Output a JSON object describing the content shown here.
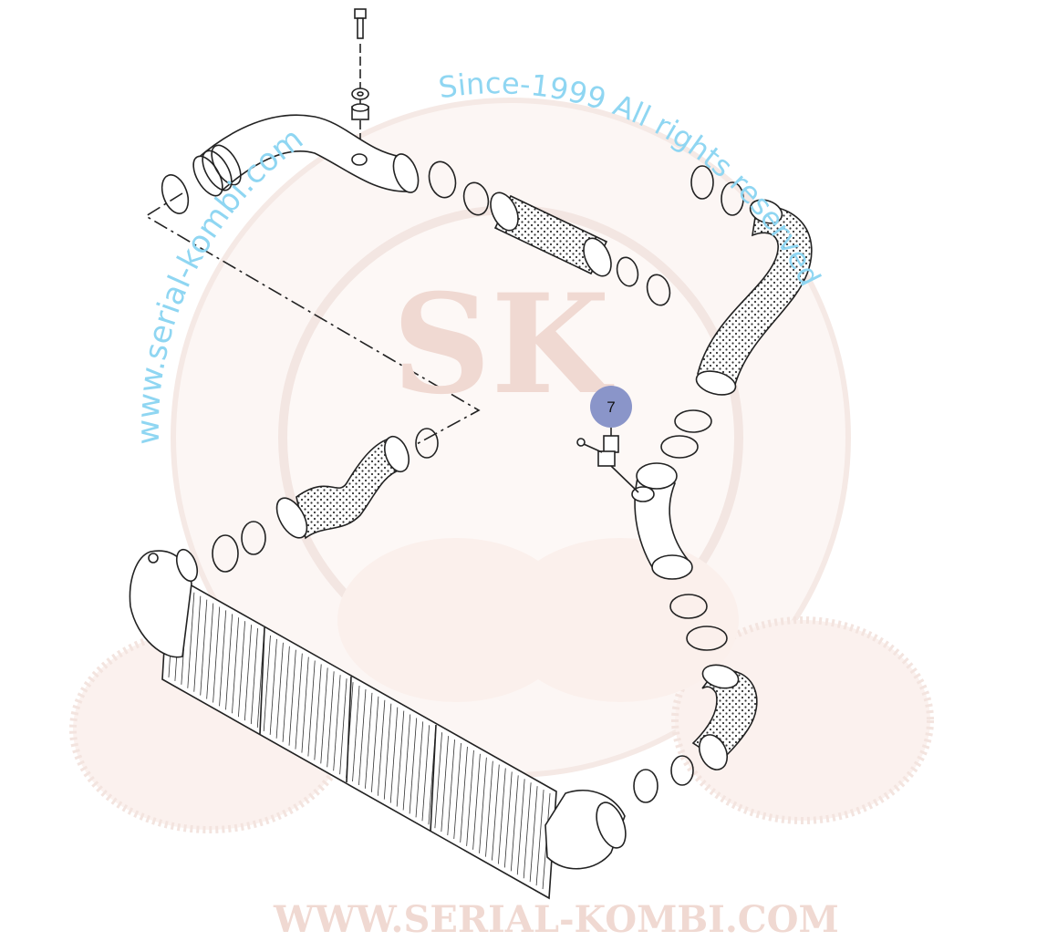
{
  "watermark": {
    "url_small": "www.serial-kombi.com",
    "tagline": "Since-1999 All rights reserved",
    "url_large": "WWW.SERIAL-KOMBI.COM",
    "logo_letters": "SK"
  },
  "callouts": [
    {
      "label": "7",
      "color": "#8a95c9"
    }
  ]
}
